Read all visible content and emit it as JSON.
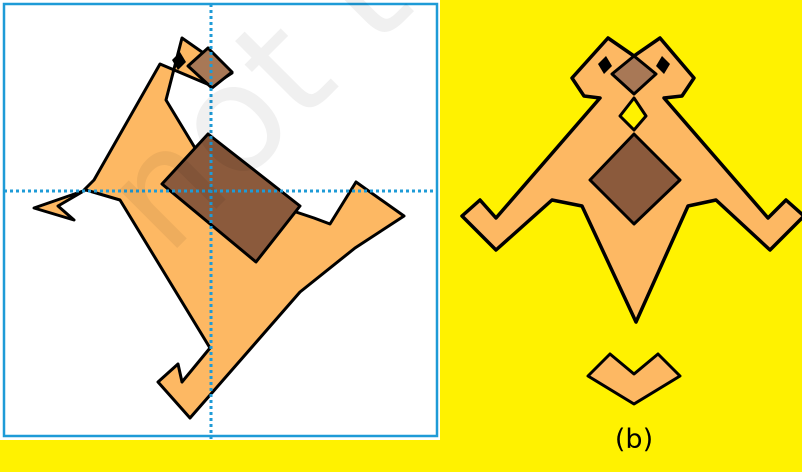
{
  "figure": {
    "caption_b": "(b)",
    "watermark": "not to be"
  },
  "colors": {
    "page_bg": "#ffffff",
    "yellow_panel": "#fff200",
    "grid_frame": "#1e9bd7",
    "guide_lines": "#1e9bd7",
    "body_fill": "#fdb863",
    "saddle_fill": "#8b5a3c",
    "nose_fill": "#a87856",
    "outline": "#000000",
    "eye": "#000000"
  },
  "icons": {
    "left_figure": "rotated-animal-shape",
    "right_figure": "symmetric-animal-face-shape",
    "bottom_piece": "chevron-shape"
  }
}
